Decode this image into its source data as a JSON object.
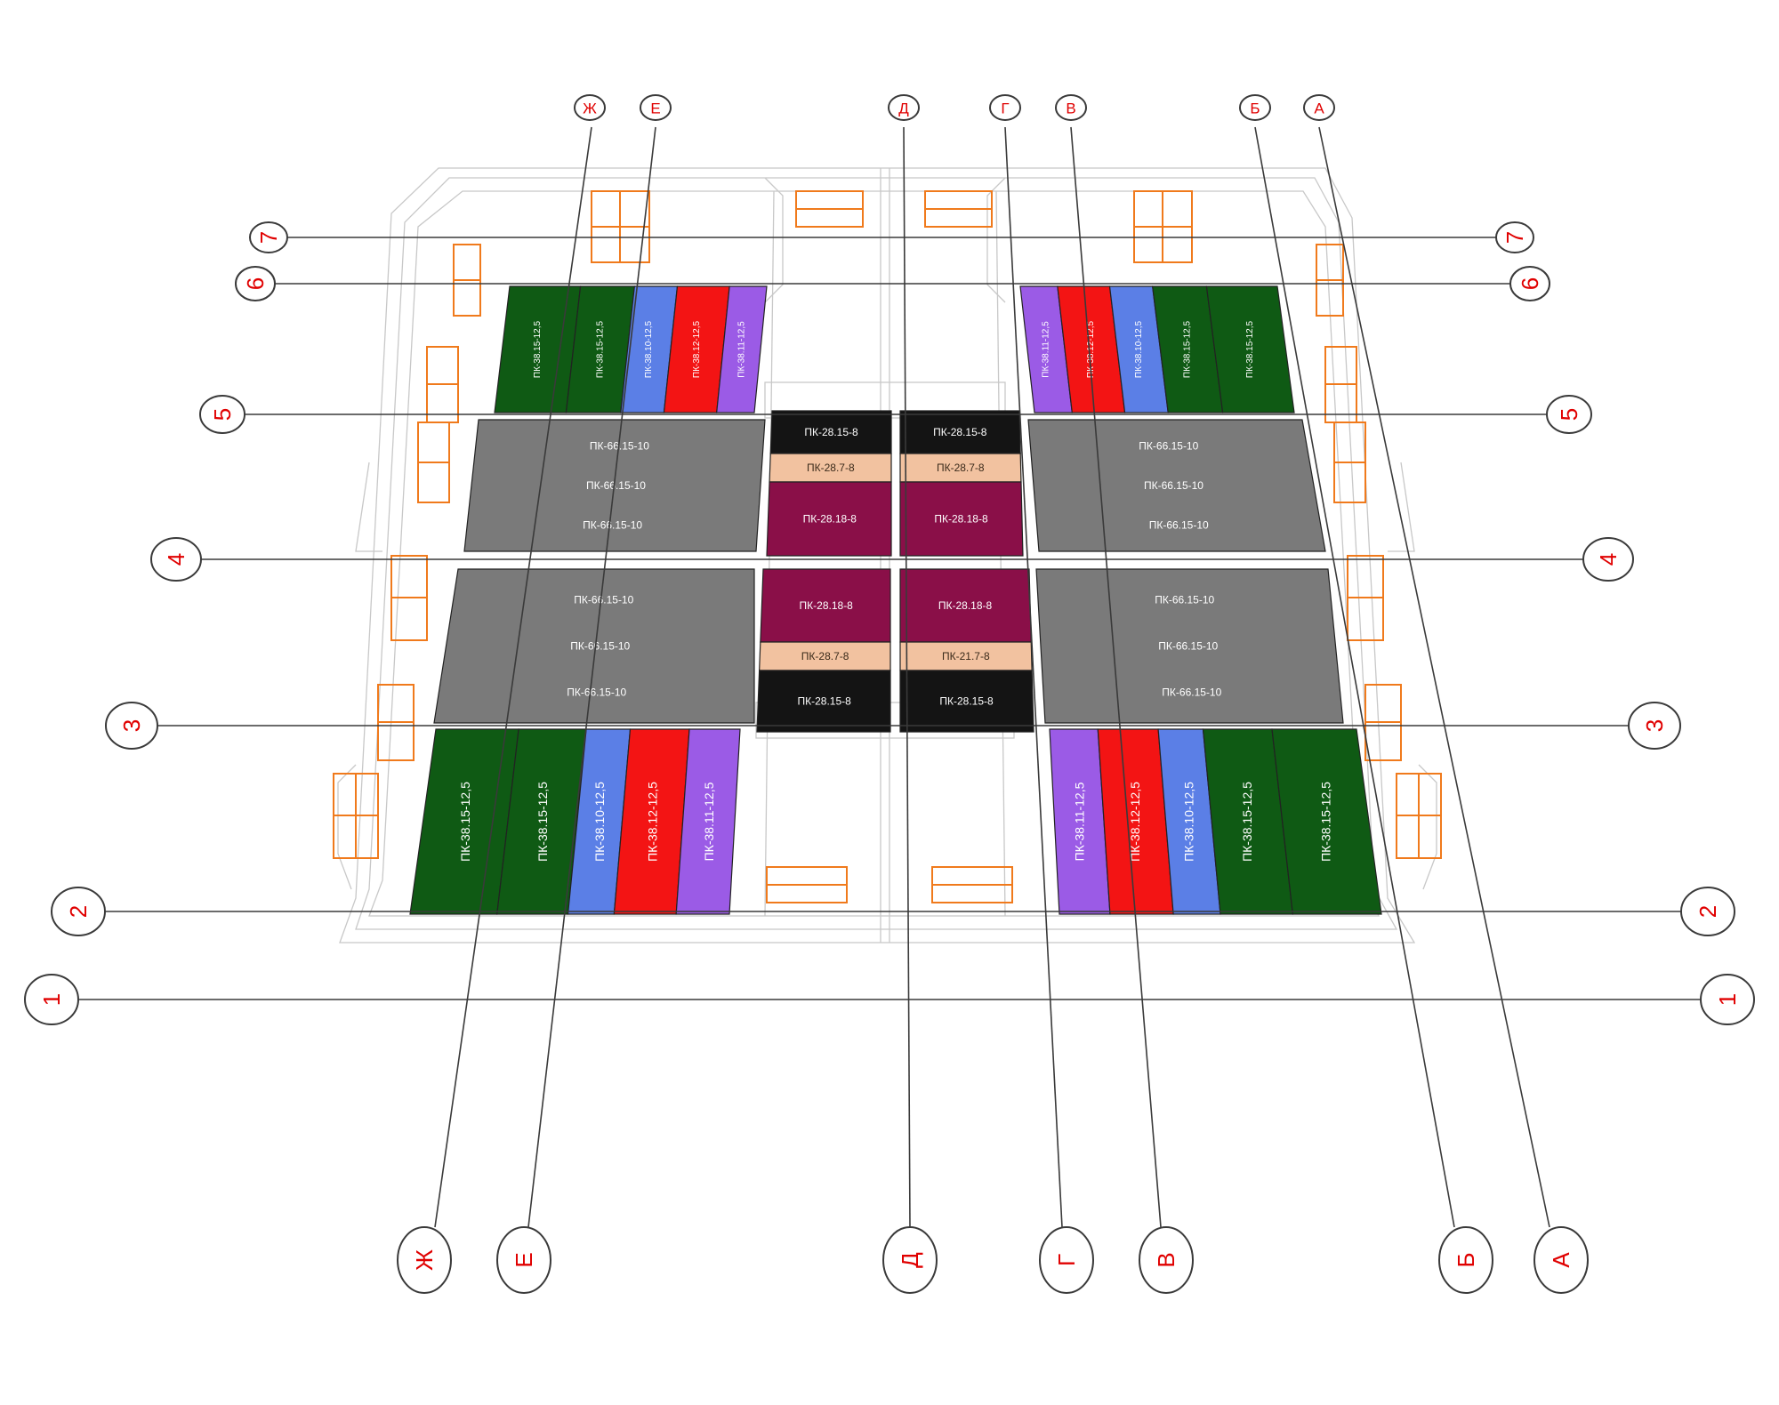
{
  "axes": {
    "letters": [
      "Ж",
      "Е",
      "Д",
      "Г",
      "В",
      "Б",
      "А"
    ],
    "numbers": [
      "1",
      "2",
      "3",
      "4",
      "5",
      "6",
      "7"
    ]
  },
  "colors": {
    "green": "#0f5a14",
    "blue": "#5b7fe6",
    "red": "#f31414",
    "purple": "#9b5be6",
    "grey": "#7a7a7a",
    "maroon": "#8a0f48",
    "black": "#141414",
    "peach": "#f2c2a0",
    "window": "#f07a1c",
    "bubble_text": "#e00000"
  },
  "slabs": {
    "top_left": [
      "ПК-38.15-12,5",
      "ПК-38.15-12,5",
      "ПК-38.10-12,5",
      "ПК-38.12-12,5",
      "ПК-38.11-12,5"
    ],
    "top_right": [
      "ПК-38.11-12,5",
      "ПК-38.12-12,5",
      "ПК-38.10-12,5",
      "ПК-38.15-12,5",
      "ПК-38.15-12,5"
    ],
    "bottom_left": [
      "ПК-38.15-12,5",
      "ПК-38.15-12,5",
      "ПК-38.10-12,5",
      "ПК-38.12-12,5",
      "ПК-38.11-12,5"
    ],
    "bottom_right": [
      "ПК-38.11-12,5",
      "ПК-38.12-12,5",
      "ПК-38.10-12,5",
      "ПК-38.15-12,5",
      "ПК-38.15-12,5"
    ],
    "grey_upper_left": [
      "ПК-66.15-10",
      "ПК-66.15-10",
      "ПК-66.15-10"
    ],
    "grey_upper_right": [
      "ПК-66.15-10",
      "ПК-66.15-10",
      "ПК-66.15-10"
    ],
    "grey_lower_left": [
      "ПК-66.15-10",
      "ПК-66.15-10",
      "ПК-66.15-10"
    ],
    "grey_lower_right": [
      "ПК-66.15-10",
      "ПК-66.15-10",
      "ПК-66.15-10"
    ],
    "center_upper_left": [
      "ПК-28.15-8",
      "ПК-28.7-8",
      "ПК-28.18-8"
    ],
    "center_upper_right": [
      "ПК-28.15-8",
      "ПК-28.7-8",
      "ПК-28.18-8"
    ],
    "center_lower_left": [
      "ПК-28.18-8",
      "ПК-28.7-8",
      "ПК-28.15-8"
    ],
    "center_lower_right": [
      "ПК-28.18-8",
      "ПК-21.7-8",
      "ПК-28.15-8"
    ]
  }
}
